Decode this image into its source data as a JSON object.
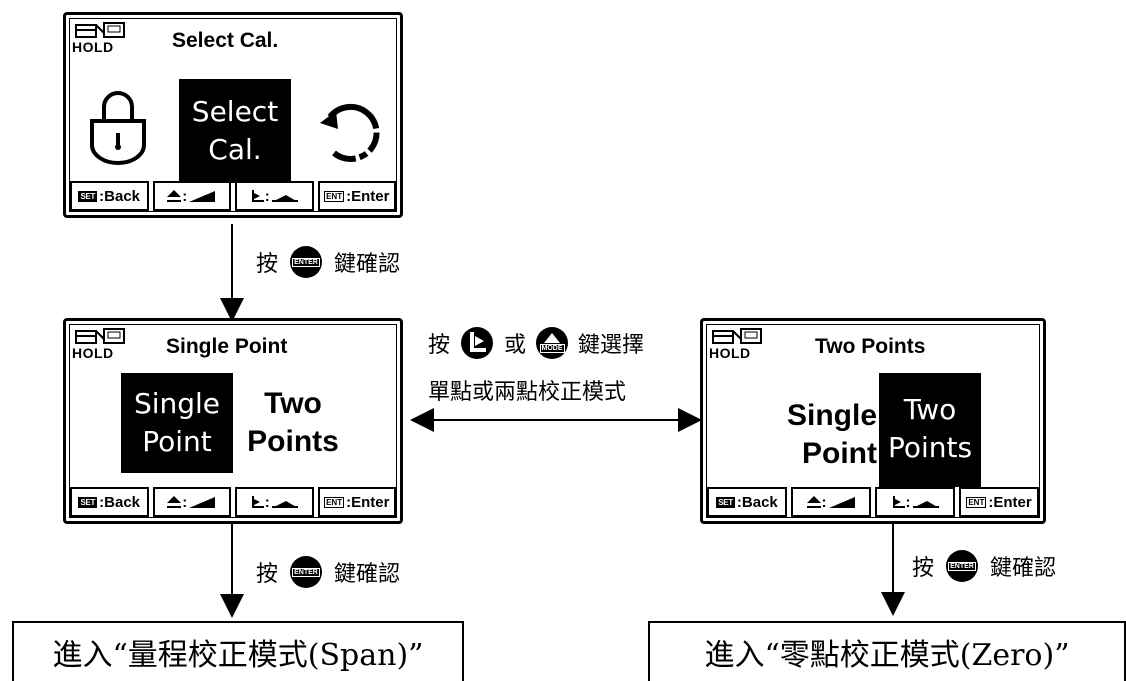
{
  "screens": {
    "select_cal": {
      "title": "Select Cal.",
      "hold": "HOLD",
      "center_line1": "Select",
      "center_line2": "Cal."
    },
    "single_point": {
      "title": "Single Point",
      "hold": "HOLD",
      "left_line1": "Single",
      "left_line2": "Point",
      "right_line1": "Two",
      "right_line2": "Points"
    },
    "two_points": {
      "title": "Two Points",
      "hold": "HOLD",
      "left_line1": "Single",
      "left_line2": "Point",
      "right_line1": "Two",
      "right_line2": "Points"
    }
  },
  "keybar": {
    "set_tag": "SET",
    "back": ":Back",
    "colon": ":",
    "ent_tag": "ENT",
    "enter": ":Enter"
  },
  "captions": {
    "press": "按",
    "confirm": "鍵確認",
    "or": "或",
    "select": "鍵選擇",
    "select_line2": "單點或兩點校正模式",
    "enter_key": "ENTER",
    "mode_key": "MODE"
  },
  "results": {
    "span": "進入“量程校正模式(Span)”",
    "zero": "進入“零點校正模式(Zero)”"
  }
}
